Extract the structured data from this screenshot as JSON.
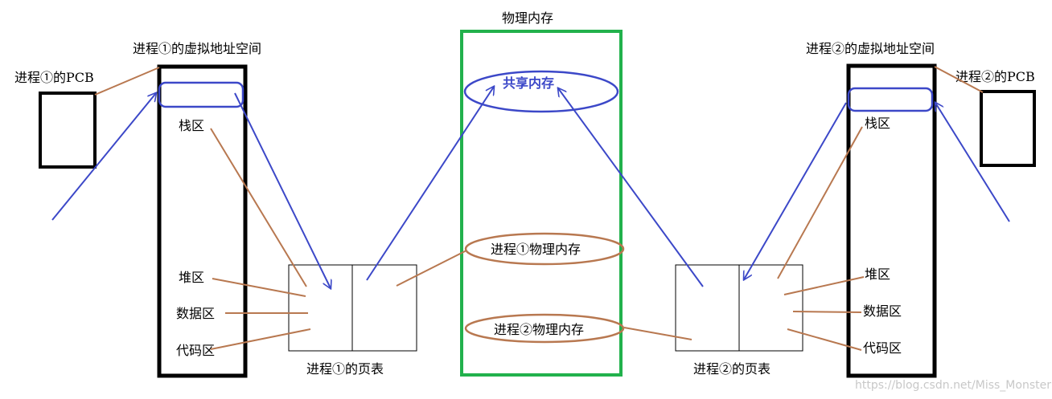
{
  "title_physical": "物理内存",
  "p1": {
    "vspace_label": "进程①的虚拟地址空间",
    "pcb_label": "进程①的PCB",
    "stack": "栈区",
    "heap": "堆区",
    "data": "数据区",
    "code": "代码区",
    "pagetable_label": "进程①的页表"
  },
  "p2": {
    "vspace_label": "进程②的虚拟地址空间",
    "pcb_label": "进程②的PCB",
    "stack": "栈区",
    "heap": "堆区",
    "data": "数据区",
    "code": "代码区",
    "pagetable_label": "进程②的页表"
  },
  "mem": {
    "shared": "共享内存",
    "p1_mem": "进程①物理内存",
    "p2_mem": "进程②物理内存"
  },
  "watermark": "https://blog.csdn.net/Miss_Monster",
  "colors": {
    "blue": "#3c48c8",
    "brown": "#b87850",
    "green": "#22b14c",
    "black": "#000000"
  }
}
